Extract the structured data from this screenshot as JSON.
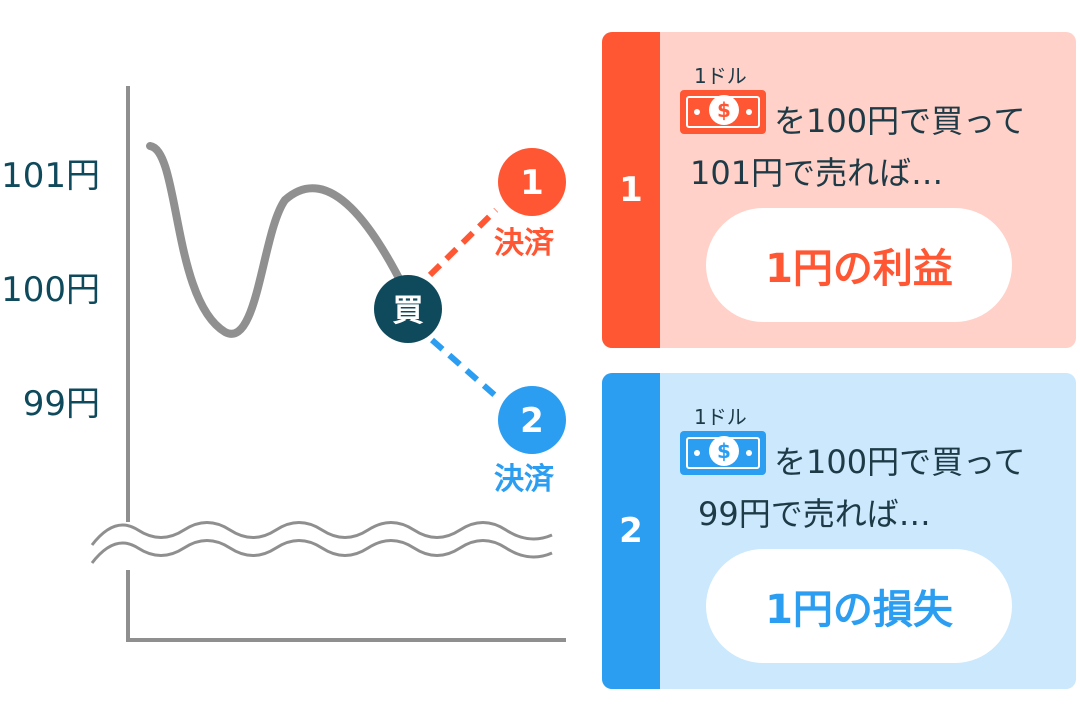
{
  "colors": {
    "profit": "#ff5733",
    "loss": "#2b9ef2",
    "buy": "#0f4a5c",
    "profit_bg": "#ffd1c8",
    "loss_bg": "#cbe8fd",
    "curve": "#909090"
  },
  "axis": {
    "y_labels": [
      "101円",
      "100円",
      "99円"
    ]
  },
  "chart": {
    "buy_marker": "買",
    "settle_1": {
      "number": "1",
      "label": "決済"
    },
    "settle_2": {
      "number": "2",
      "label": "決済"
    }
  },
  "cards": [
    {
      "number": "1",
      "unit_label": "1ドル",
      "bill_icon": "dollar-bill-icon",
      "line1": "を100円で買って",
      "line2": "101円で売れば…",
      "result": "1円の利益"
    },
    {
      "number": "2",
      "unit_label": "1ドル",
      "bill_icon": "dollar-bill-icon",
      "line1": "を100円で買って",
      "line2": "99円で売れば…",
      "result": "1円の損失"
    }
  ]
}
